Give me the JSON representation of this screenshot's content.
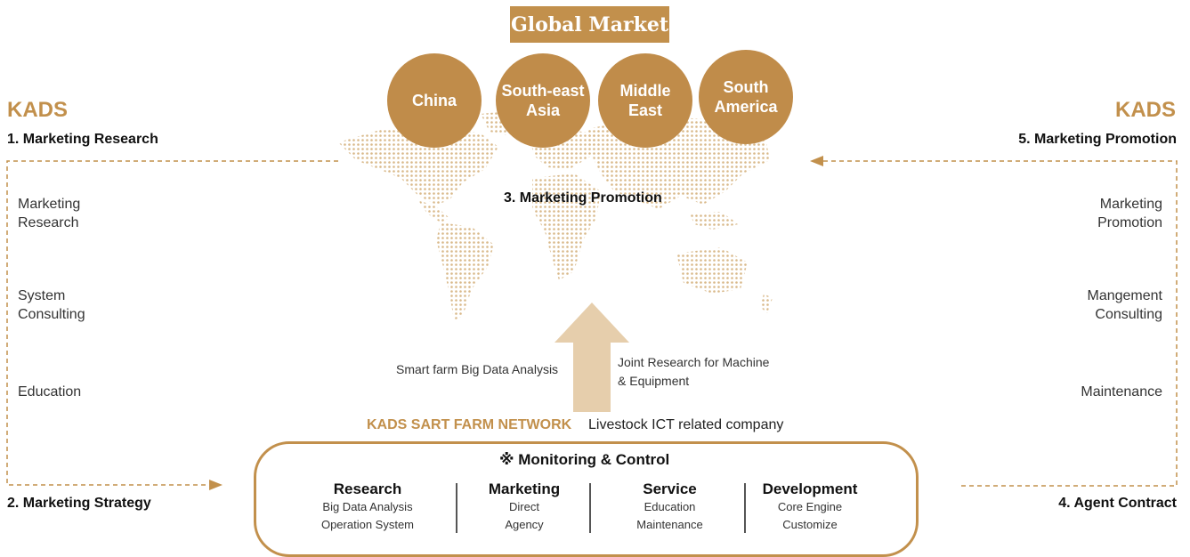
{
  "header": {
    "title": "Global Market"
  },
  "markets": [
    {
      "label": "China"
    },
    {
      "label": "South-east\nAsia"
    },
    {
      "label": "Middle\nEast"
    },
    {
      "label": "South\nAmerica"
    }
  ],
  "left": {
    "brand": "KADS",
    "step_top": "1. Marketing Research",
    "items": [
      "Marketing\nResearch",
      "System\nConsulting",
      "Education"
    ],
    "step_bottom": "2. Marketing Strategy"
  },
  "right": {
    "brand": "KADS",
    "step_top": "5. Marketing Promotion",
    "items": [
      "Marketing\nPromotion",
      "Mangement\nConsulting",
      "Maintenance"
    ],
    "step_bottom": "4. Agent Contract"
  },
  "center": {
    "promotion": "3. Marketing Promotion",
    "left_note": "Smart farm Big Data Analysis",
    "right_note_line1": "Joint Research for Machine",
    "right_note_line2": "& Equipment"
  },
  "network": {
    "name": "KADS SART FARM NETWORK",
    "subtitle": "Livestock ICT related company",
    "heading": "※ Monitoring & Control",
    "columns": [
      {
        "title": "Research",
        "lines": [
          "Big Data Analysis",
          "Operation System"
        ]
      },
      {
        "title": "Marketing",
        "lines": [
          "Direct",
          "Agency"
        ]
      },
      {
        "title": "Service",
        "lines": [
          "Education",
          "Maintenance"
        ]
      },
      {
        "title": "Development",
        "lines": [
          "Core Engine",
          "Customize"
        ]
      }
    ]
  },
  "colors": {
    "accent": "#c2904c",
    "map": "#d9b98a",
    "arrow": "#e6ceac"
  }
}
